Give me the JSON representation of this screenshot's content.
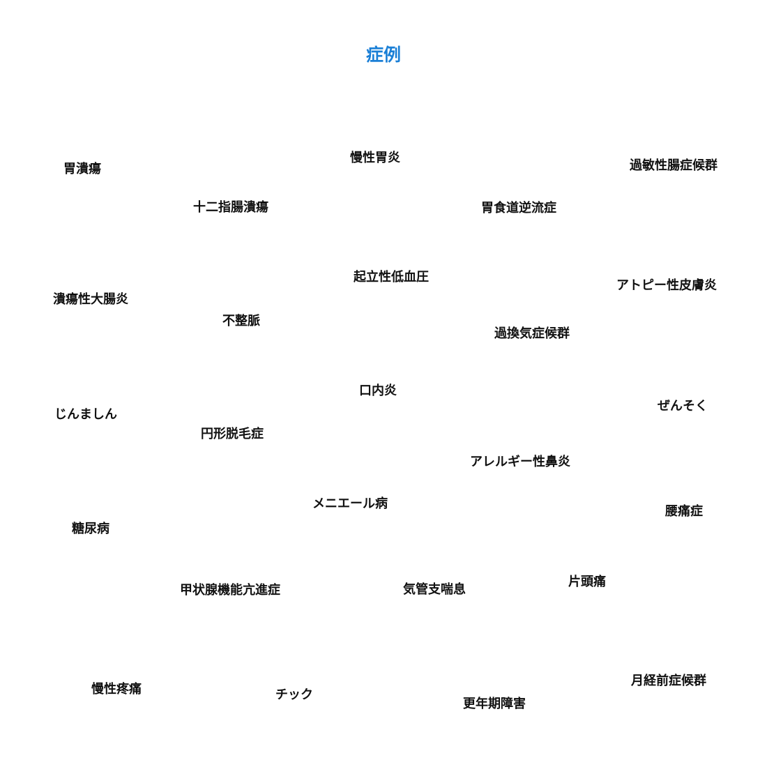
{
  "title": {
    "text": "症例",
    "color": "#1a7fd6"
  },
  "terms": [
    "胃潰瘍",
    "慢性胃炎",
    "過敏性腸症候群",
    "十二指腸潰瘍",
    "胃食道逆流症",
    "起立性低血圧",
    "アトピー性皮膚炎",
    "潰瘍性大腸炎",
    "不整脈",
    "過換気症候群",
    "口内炎",
    "ぜんそく",
    "じんましん",
    "円形脱毛症",
    "アレルギー性鼻炎",
    "メニエール病",
    "腰痛症",
    "糖尿病",
    "片頭痛",
    "甲状腺機能亢進症",
    "気管支喘息",
    "月経前症候群",
    "慢性疼痛",
    "チック",
    "更年期障害"
  ],
  "term_color": "#111111"
}
